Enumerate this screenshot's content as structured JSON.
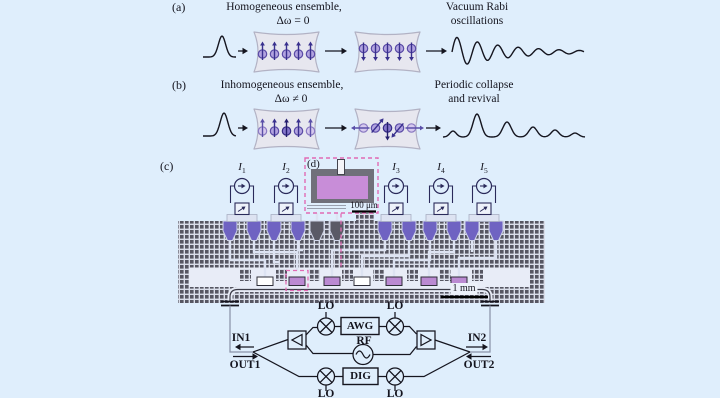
{
  "panel_a": {
    "label": "(a)",
    "title": "Homogeneous ensemble,",
    "condition": "Δω = 0",
    "result_line1": "Vacuum Rabi",
    "result_line2": "oscillations",
    "input_spins": [
      "up",
      "up",
      "up",
      "up",
      "up"
    ],
    "input_shades": [
      "med",
      "med",
      "med",
      "med",
      "med"
    ],
    "output_spins": [
      "down",
      "down",
      "down",
      "down",
      "down"
    ],
    "output_shades": [
      "med",
      "med",
      "med",
      "med",
      "med"
    ]
  },
  "panel_b": {
    "label": "(b)",
    "title": "Inhomogeneous ensemble,",
    "condition": "Δω ≠ 0",
    "result_line1": "Periodic collapse",
    "result_line2": "and revival",
    "input_spins": [
      "up",
      "up",
      "up",
      "up",
      "up"
    ],
    "input_shades": [
      "light",
      "med",
      "dark",
      "med",
      "light"
    ],
    "output_spins": [
      "left",
      "up-right",
      "down",
      "down-left",
      "right"
    ],
    "output_shades": [
      "light",
      "med",
      "dark",
      "med",
      "light"
    ]
  },
  "panel_c": {
    "label": "(c)",
    "scale_bar": "1 mm",
    "sources": [
      {
        "base": "I",
        "sub": "1"
      },
      {
        "base": "I",
        "sub": "2"
      },
      {
        "base": "I",
        "sub": "3"
      },
      {
        "base": "I",
        "sub": "4"
      },
      {
        "base": "I",
        "sub": "5"
      }
    ]
  },
  "panel_d": {
    "label": "(d)",
    "scale_bar": "100 μm"
  },
  "circuit": {
    "lo": "LO",
    "awg": "AWG",
    "rf": "RF",
    "dig": "DIG",
    "in1": "IN1",
    "out1": "OUT1",
    "in2": "IN2",
    "out2": "OUT2"
  },
  "colors": {
    "background": "#dfeefc",
    "ink": "#15151f",
    "mesh_dark": "#565662",
    "mesh_light": "#d9dde9",
    "channel_light": "#dde3f2",
    "funnel_purple": "#6f63c2",
    "funnel_gray": "#5a5a66",
    "pad_purple": "#bb8ad2",
    "inset_purple": "#c88dd8",
    "callout_pink": "#e06ab4",
    "cavity_fill": "#e7e7ef",
    "cavity_stroke": "#b2b2c4"
  }
}
